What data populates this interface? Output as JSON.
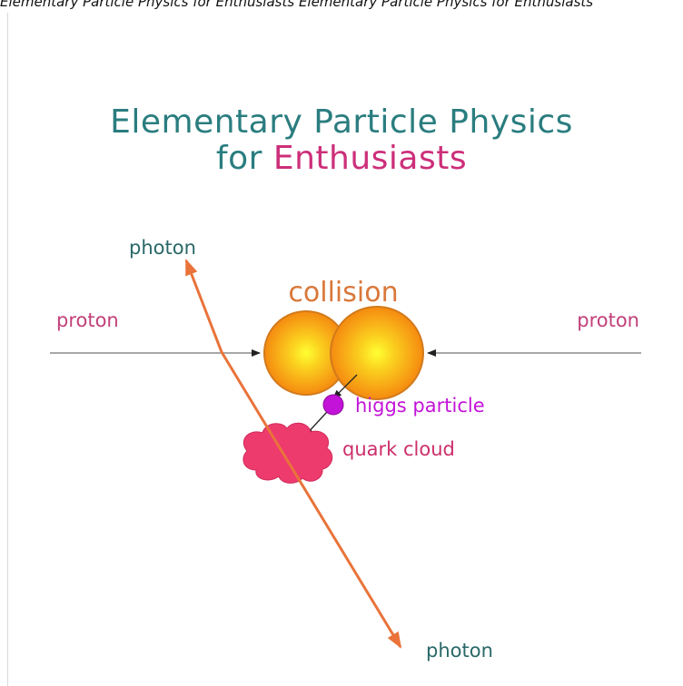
{
  "top_caption": "Elementary Particle Physics for Enthusiasts Elementary Particle Physics for Enthusiasts",
  "title": {
    "line1": "Elementary Particle Physics",
    "line2_prefix": "for ",
    "line2_accent": "Enthusiasts"
  },
  "diagram": {
    "collision_label": "collision",
    "proton_left": "proton",
    "proton_right": "proton",
    "photon_top": "photon",
    "photon_bottom": "photon",
    "higgs_label": "higgs particle",
    "quark_label": "quark cloud"
  },
  "colors": {
    "title": "#2a7d7f",
    "accent": "#cc2f7a",
    "photon_arrow": "#e9733a",
    "collision": "#d9783a",
    "proton_label": "#c2407a",
    "higgs": "#c313d8",
    "quark": "#ee3b6e",
    "beam": "#8a8a8a"
  }
}
